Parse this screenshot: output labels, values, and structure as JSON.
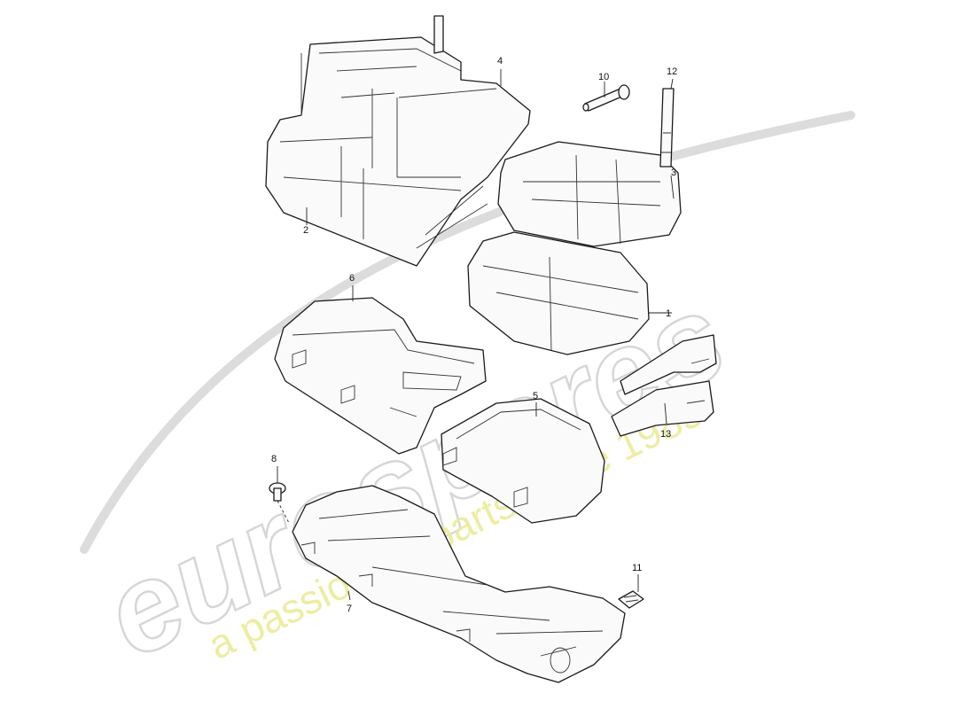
{
  "watermark": {
    "brand": "eurospares",
    "tagline": "a passion for parts since 1985"
  },
  "callouts": {
    "c1": "1",
    "c2": "2",
    "c3": "3",
    "c4": "4",
    "c5": "5",
    "c6": "6",
    "c7": "7",
    "c8": "8",
    "c10": "10",
    "c11": "11",
    "c12": "12",
    "c13": "13"
  }
}
